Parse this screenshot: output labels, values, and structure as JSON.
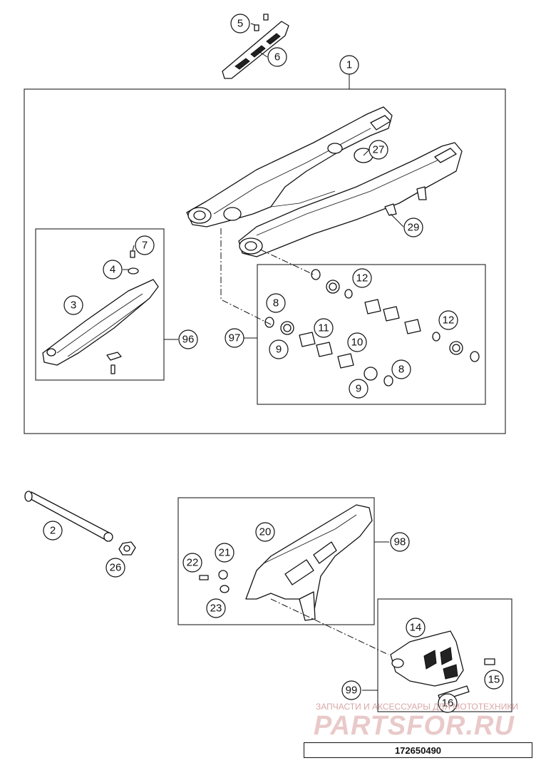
{
  "callouts": {
    "c1": "1",
    "c2": "2",
    "c3": "3",
    "c4": "4",
    "c5": "5",
    "c6": "6",
    "c7": "7",
    "c8a": "8",
    "c8b": "8",
    "c9a": "9",
    "c9b": "9",
    "c10": "10",
    "c11": "11",
    "c12a": "12",
    "c12b": "12",
    "c14": "14",
    "c15": "15",
    "c16": "16",
    "c20": "20",
    "c21": "21",
    "c22": "22",
    "c23": "23",
    "c26": "26",
    "c27": "27",
    "c29": "29",
    "c96": "96",
    "c97": "97",
    "c98": "98",
    "c99": "99"
  },
  "watermark": {
    "tagline": "ЗАПЧАСТИ И АКСЕССУАРЫ ДЛЯ МОТОТЕХНИКИ",
    "brand": "PARTSFOR.RU"
  },
  "footer": {
    "code": "172650490"
  }
}
